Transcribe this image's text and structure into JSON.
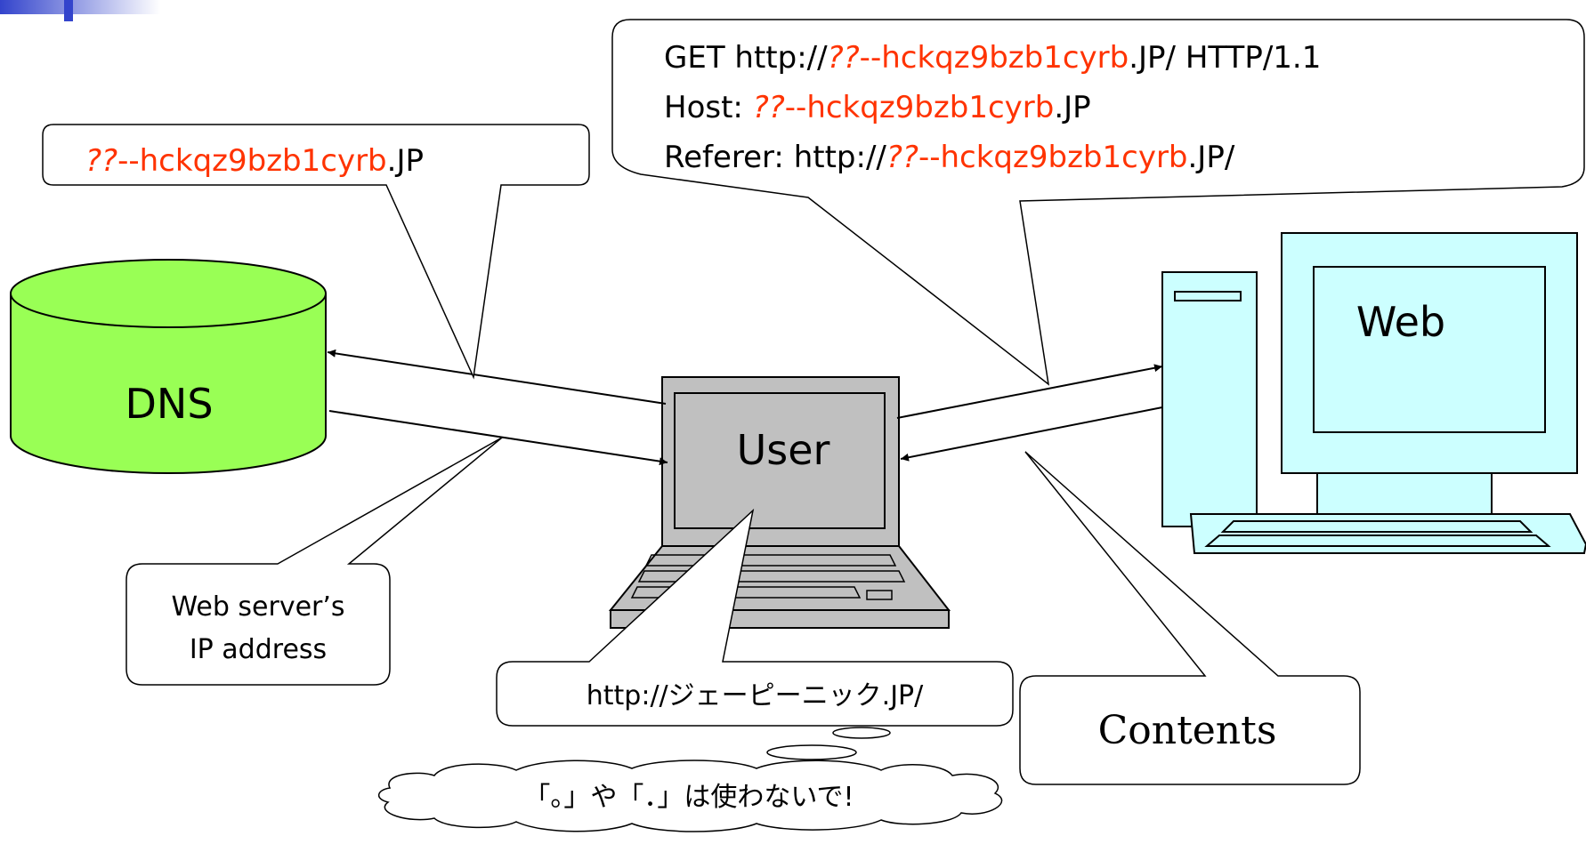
{
  "colors": {
    "accent_red": "#ff3300",
    "dns_fill": "#99ff55",
    "web_fill": "#ccffff",
    "user_fill": "#c0c0c0",
    "header_block": "#3344cc"
  },
  "dns": {
    "label": "DNS"
  },
  "web": {
    "label": "Web"
  },
  "user": {
    "label": "User"
  },
  "dns_query": {
    "prefix": "??",
    "domain": "--hckqz9bzb1cyrb",
    "suffix": ".JP"
  },
  "http_request": {
    "line1_start": "GET http://",
    "line1_prefix": "??",
    "line1_domain": "--hckqz9bzb1cyrb",
    "line1_end": ".JP/ HTTP/1.1",
    "line2_start": "Host: ",
    "line2_prefix": "??",
    "line2_domain": "--hckqz9bzb1cyrb",
    "line2_end": ".JP",
    "line3_start": "Referer: http://",
    "line3_prefix": "??",
    "line3_domain": "--hckqz9bzb1cyrb",
    "line3_end": ".JP/"
  },
  "dns_reply": {
    "line1": "Web server’s",
    "line2": "IP address"
  },
  "user_input": {
    "url": "http://ジェーピーニック.JP/"
  },
  "contents": {
    "label": "Contents"
  },
  "thought": {
    "text": "「。」や「．」は使わないで!"
  }
}
